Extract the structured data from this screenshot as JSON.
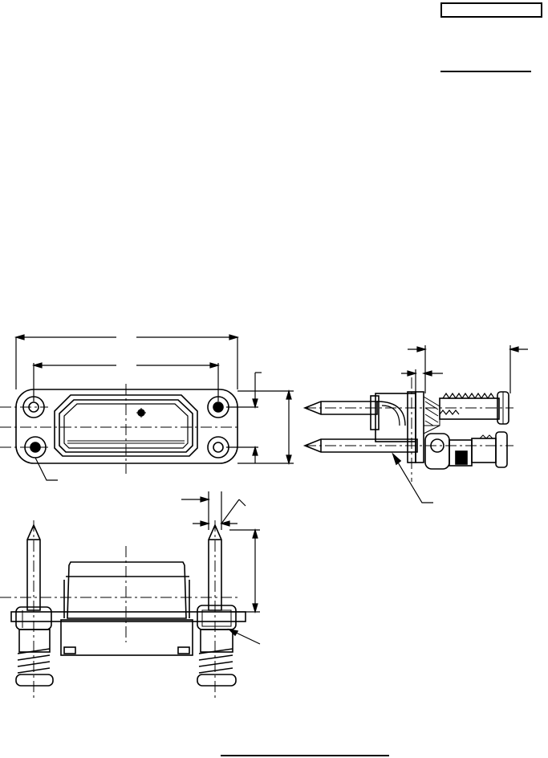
{
  "drawing": {
    "header_box_text": "",
    "views": [
      "front-view",
      "side-view",
      "bottom-view"
    ]
  },
  "colors": {
    "ink": "#000000",
    "paper": "#ffffff"
  }
}
